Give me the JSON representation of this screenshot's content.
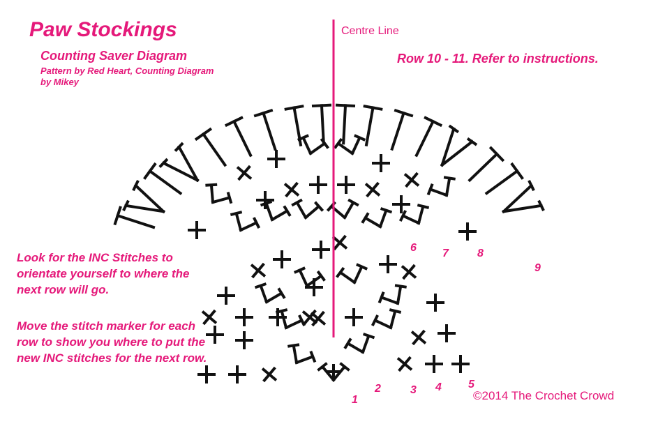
{
  "header": {
    "title": "Paw Stockings",
    "subtitle": "Counting Saver Diagram",
    "credit": "Pattern by Red Heart, Counting Diagram by Mikey"
  },
  "centre_line_label": "Centre Line",
  "row_note": "Row 10 - 11. Refer to instructions.",
  "notes": [
    "Look for the INC Stitches to orientate yourself to where the next row will go.",
    "Move the stitch marker for each row to show you where to put the new INC stitches for the next row."
  ],
  "row_labels": [
    "1",
    "2",
    "3",
    "4",
    "5",
    "6",
    "7",
    "8",
    "9"
  ],
  "copyright": "©2014 The Crochet Crowd",
  "colors": {
    "accent": "#e5197a",
    "ink": "#111111"
  }
}
